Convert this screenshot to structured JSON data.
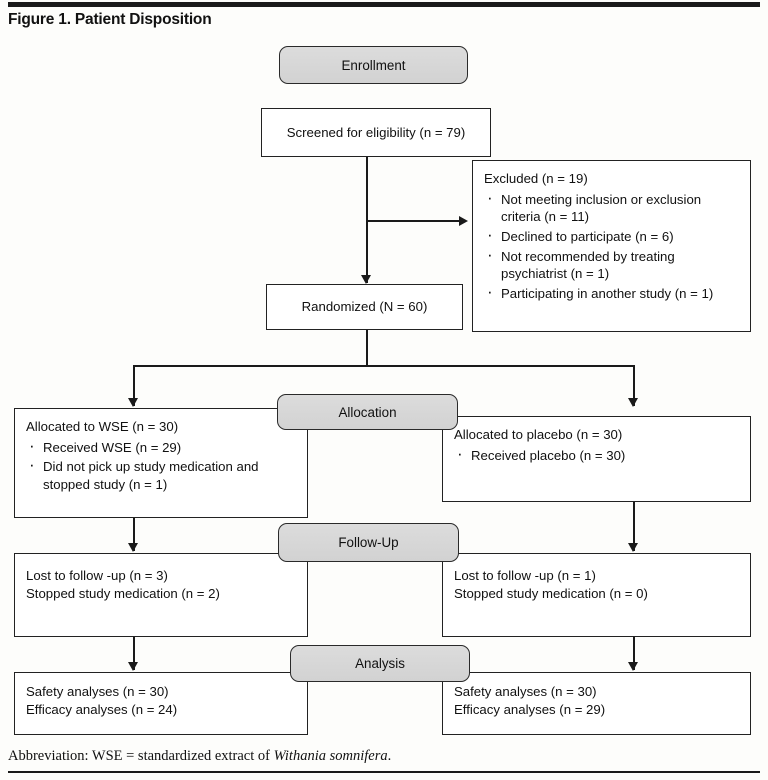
{
  "figure": {
    "title": "Figure 1. Patient Disposition",
    "footnote_prefix": "Abbreviation: WSE = standardized extract of ",
    "footnote_species": "Withania somnifera",
    "footnote_suffix": "."
  },
  "stages": {
    "enrollment": "Enrollment",
    "allocation": "Allocation",
    "followup": "Follow-Up",
    "analysis": "Analysis"
  },
  "nodes": {
    "screened": {
      "label": "Screened for eligibility (n = 79)"
    },
    "excluded": {
      "header": "Excluded (n = 19)",
      "items": [
        "Not meeting inclusion or exclusion criteria (n = 11)",
        "Declined to participate (n = 6)",
        "Not recommended by treating psychiatrist (n = 1)",
        "Participating in another study (n = 1)"
      ]
    },
    "randomized": {
      "label": "Randomized (N = 60)"
    },
    "alloc_wse": {
      "header": "Allocated to WSE (n = 30)",
      "items": [
        "Received  WSE (n = 29)",
        "Did not pick up study medication and stopped study (n = 1)"
      ]
    },
    "alloc_placebo": {
      "header": "Allocated to placebo (n = 30)",
      "items": [
        "Received placebo (n = 30)"
      ]
    },
    "followup_wse": {
      "line1": "Lost to follow -up (n = 3)",
      "line2": "Stopped study medication (n = 2)"
    },
    "followup_placebo": {
      "line1": "Lost to follow -up (n = 1)",
      "line2": "Stopped study medication (n = 0)"
    },
    "analysis_wse": {
      "line1": "Safety analyses (n = 30)",
      "line2": "Efficacy analyses (n = 24)"
    },
    "analysis_placebo": {
      "line1": "Safety analyses (n = 30)",
      "line2": "Efficacy analyses (n = 29)"
    }
  },
  "colors": {
    "banner_fill": "#d6d6d6",
    "line": "#1a1a1a",
    "box_border": "#222222",
    "background": "#fdfdfb"
  }
}
